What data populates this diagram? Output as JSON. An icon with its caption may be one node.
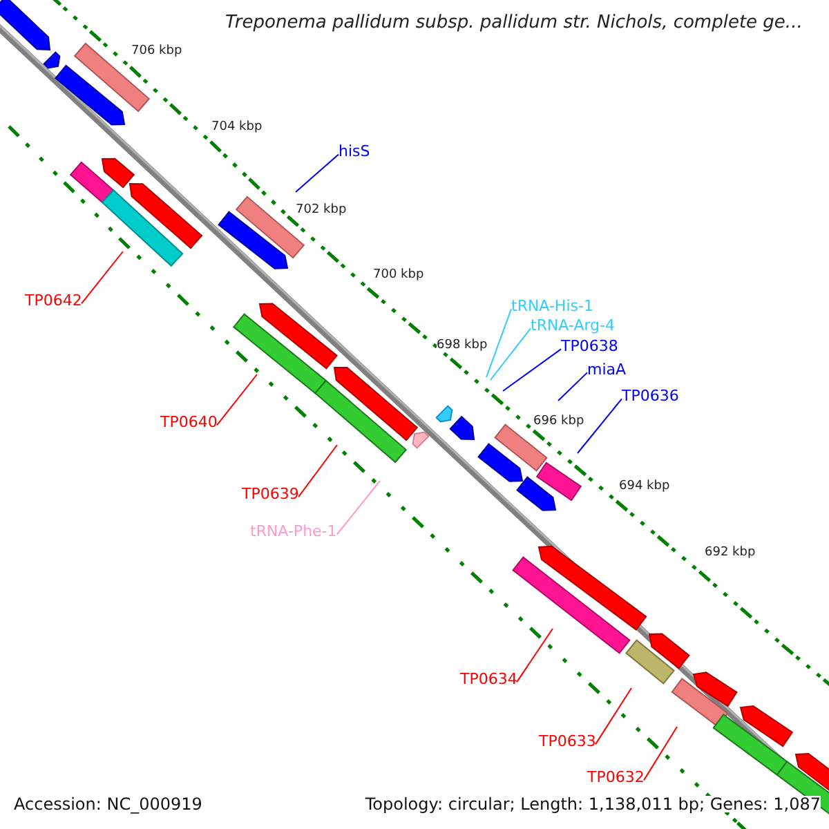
{
  "diagram": {
    "title": "Treponema pallidum subsp. pallidum str. Nichols, complete ge...",
    "nodes": [
      {
        "text": [
          "hisS"
        ]
      },
      {
        "text": [
          "TP0642"
        ]
      },
      {
        "text": [
          "tRNA-His-1"
        ]
      },
      {
        "text": [
          "tRNA-Arg-4"
        ]
      },
      {
        "text": [
          "TP0638"
        ]
      },
      {
        "text": [
          "miaA"
        ]
      },
      {
        "text": [
          "TP0636"
        ]
      },
      {
        "text": [
          "TP0640"
        ]
      },
      {
        "text": [
          "TP0639"
        ]
      },
      {
        "text": [
          "tRNA-Phe-1"
        ]
      },
      {
        "text": [
          "TP0634"
        ]
      },
      {
        "text": [
          "TP0633"
        ]
      },
      {
        "text": [
          "TP0632"
        ]
      }
    ],
    "edges": [
      {
        "from": 0,
        "to": null,
        "arrow": "none",
        "color": "#0000ff"
      },
      {
        "from": 1,
        "to": null,
        "arrow": "none"
      },
      {
        "from": 2,
        "to": null,
        "arrow": "none",
        "color": "#33ccff"
      },
      {
        "from": 3,
        "to": null,
        "arrow": "none",
        "color": "#33ccff"
      },
      {
        "from": 4,
        "to": null,
        "arrow": "none",
        "color": "#0000ff"
      },
      {
        "from": 5,
        "to": null,
        "arrow": "none",
        "color": "#0000ff"
      },
      {
        "from": 6,
        "to": null,
        "arrow": "none",
        "color": "#0000ff"
      },
      {
        "from": 7,
        "to": null,
        "arrow": "none"
      },
      {
        "from": 8,
        "to": null,
        "arrow": "none"
      },
      {
        "from": 9,
        "to": null,
        "arrow": "none",
        "color": "#ff99cc"
      },
      {
        "from": 10,
        "to": null,
        "arrow": "none"
      },
      {
        "from": 11,
        "to": null,
        "arrow": "none"
      },
      {
        "from": 12,
        "to": null,
        "arrow": "none"
      }
    ],
    "labels": [
      "706 kbp",
      "704 kbp",
      "702 kbp",
      "700 kbp",
      "698 kbp",
      "696 kbp",
      "694 kbp",
      "692 kbp",
      "Accession: NC_000919",
      "Topology: circular; Length: 1,138,011 bp; Genes: 1,087"
    ]
  }
}
